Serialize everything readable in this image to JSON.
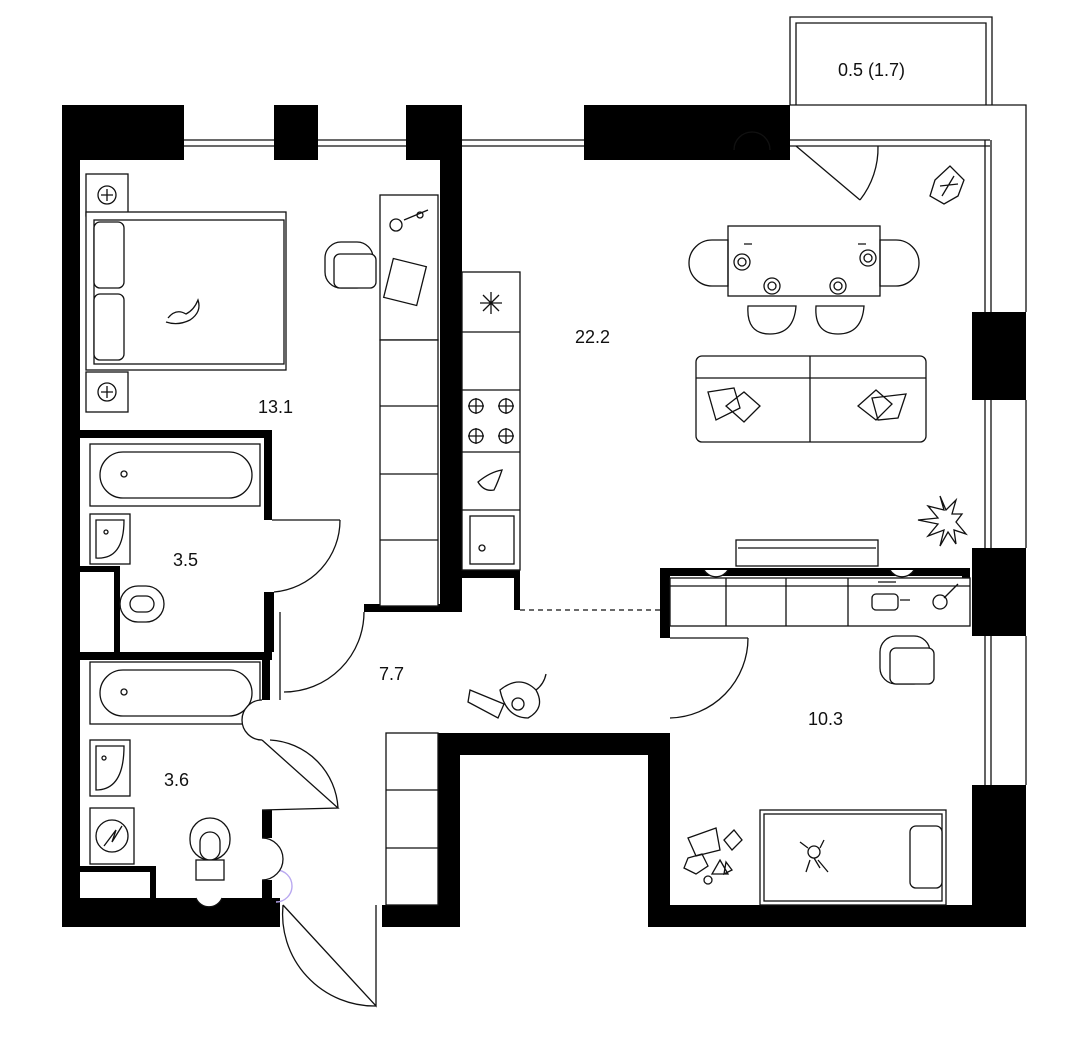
{
  "rooms": {
    "balcony": "0.5 (1.7)",
    "bedroom": "13.1",
    "living_kitchen": "22.2",
    "bathroom_1": "3.5",
    "bathroom_2": "3.6",
    "hallway": "7.7",
    "kids_room": "10.3"
  },
  "colors": {
    "wall": "#000000",
    "line": "#111111",
    "background": "#ffffff",
    "accent": "#b9a8f0"
  }
}
